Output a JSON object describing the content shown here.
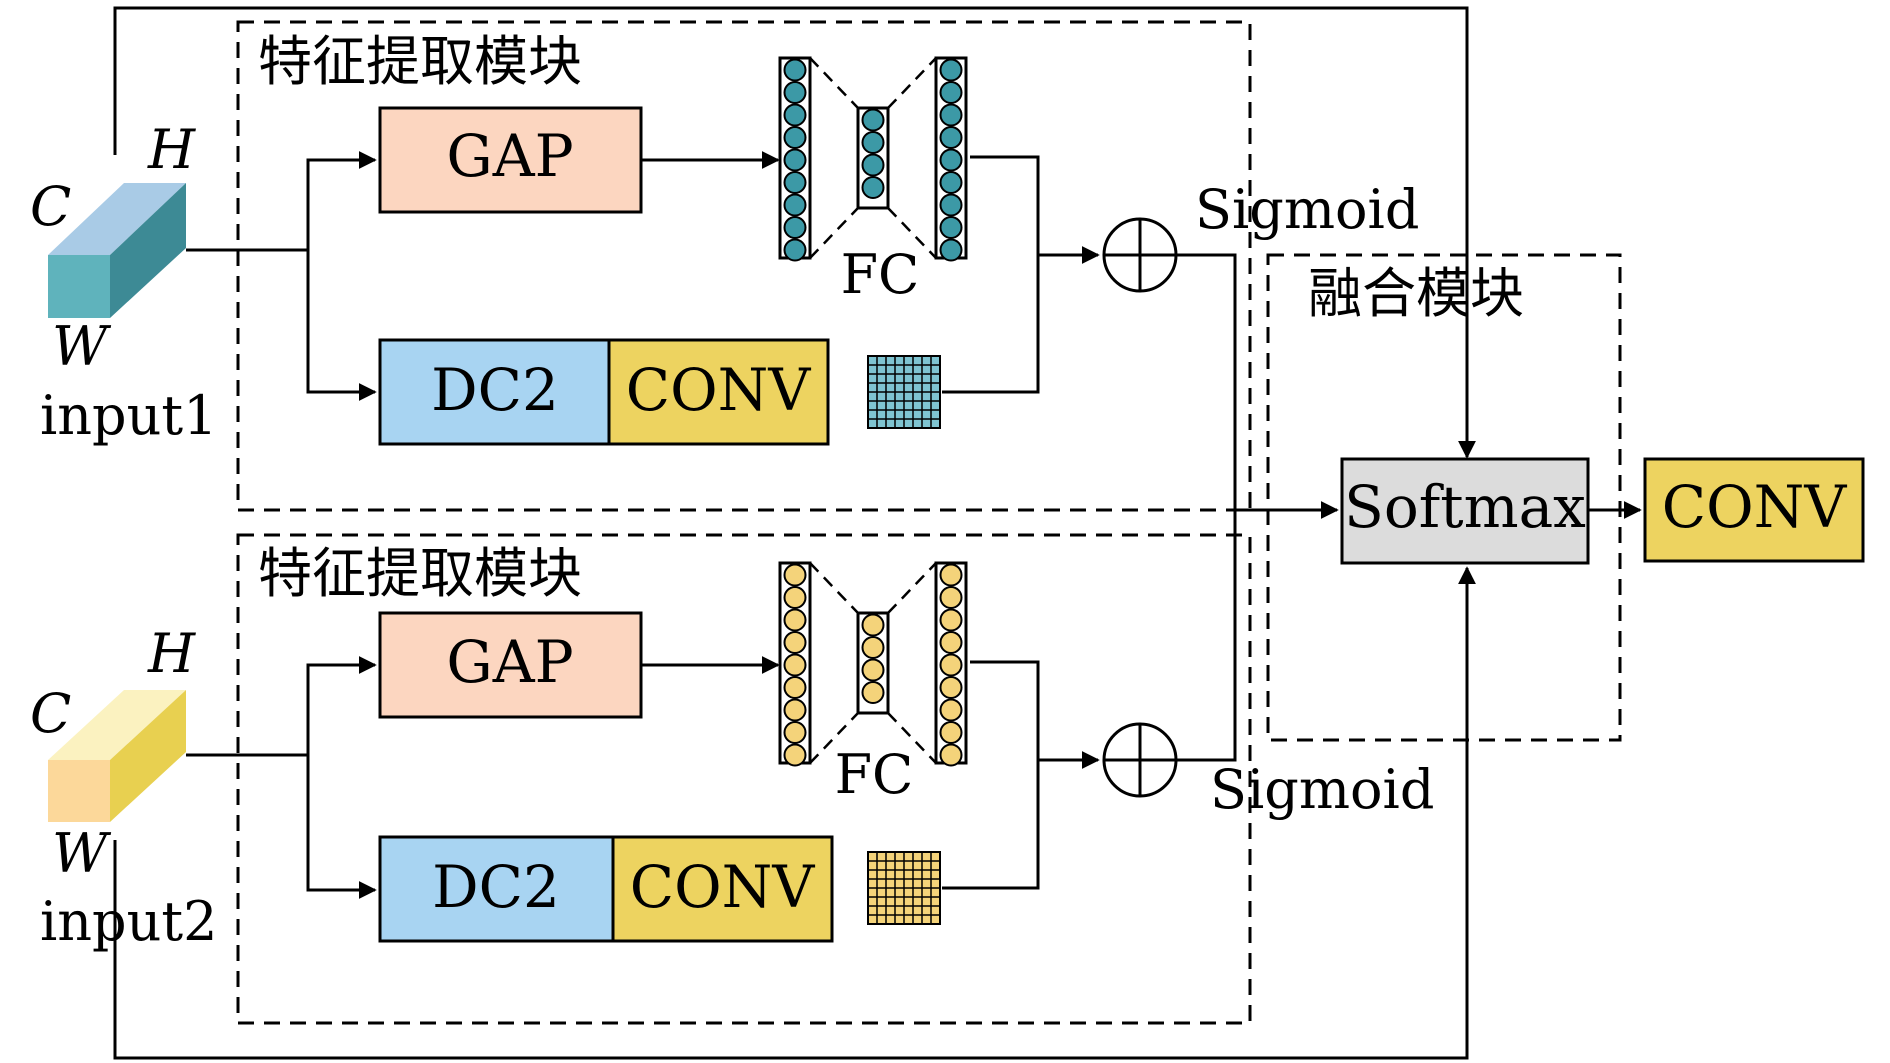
{
  "colors": {
    "gap_fill": "#FCD6C0",
    "dc2_fill": "#A8D4F2",
    "conv_fill": "#EDD360",
    "softmax_fill": "#DCDCDC",
    "cube1_front": "#5FB3BC",
    "cube1_top": "#A9CBE6",
    "cube1_side": "#3D8A95",
    "cube2_front": "#FCD89A",
    "cube2_top": "#FBF2C0",
    "cube2_side": "#E8D050",
    "nodes1": "#3C99A6",
    "nodes2": "#F4D37A",
    "grid1": "#7FC4D1",
    "grid2": "#F4D37A"
  },
  "module1": {
    "title": "特征提取模块",
    "input_label": "input1",
    "dim_c": "C",
    "dim_h": "H",
    "dim_w": "W",
    "gap": "GAP",
    "dc2": "DC2",
    "conv": "CONV",
    "fc": "FC",
    "sigmoid": "Sigmoid"
  },
  "module2": {
    "title": "特征提取模块",
    "input_label": "input2",
    "dim_c": "C",
    "dim_h": "H",
    "dim_w": "W",
    "gap": "GAP",
    "dc2": "DC2",
    "conv": "CONV",
    "fc": "FC",
    "sigmoid": "Sigmoid"
  },
  "fusion": {
    "title": "融合模块",
    "softmax": "Softmax",
    "conv_out": "CONV"
  }
}
